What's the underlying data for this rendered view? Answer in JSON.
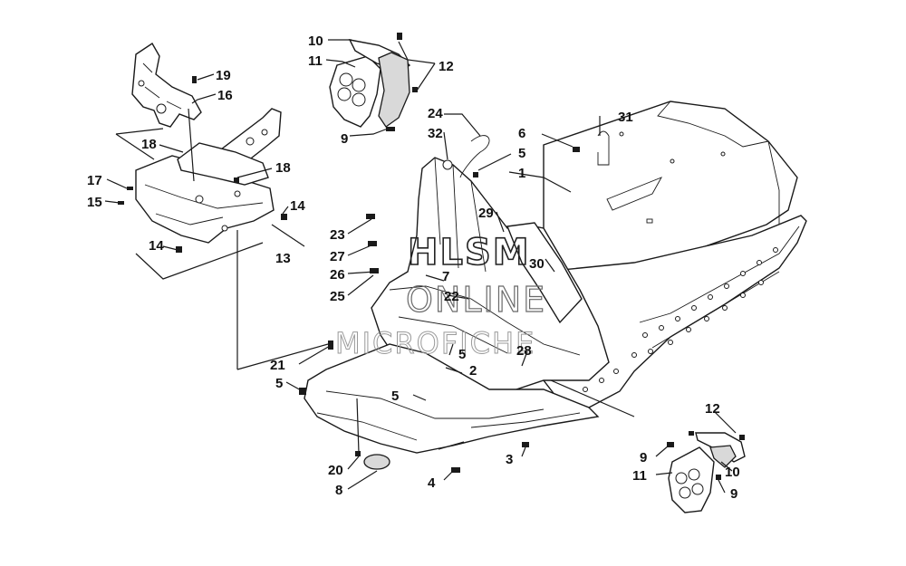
{
  "watermark": {
    "line1": "HLSM",
    "line2": "ONLINE",
    "line3": "MICROFICHE"
  },
  "callouts": {
    "c1": "1",
    "c2": "2",
    "c3": "3",
    "c4": "4",
    "c5a": "5",
    "c5b": "5",
    "c5c": "5",
    "c5d": "5",
    "c6": "6",
    "c7": "7",
    "c8": "8",
    "c9a": "9",
    "c9b": "9",
    "c9c": "9",
    "c10a": "10",
    "c10b": "10",
    "c11a": "11",
    "c11b": "11",
    "c12a": "12",
    "c12b": "12",
    "c13": "13",
    "c14a": "14",
    "c14b": "14",
    "c15": "15",
    "c16": "16",
    "c17": "17",
    "c18a": "18",
    "c18b": "18",
    "c19": "19",
    "c20": "20",
    "c21": "21",
    "c22": "22",
    "c23": "23",
    "c24": "24",
    "c25": "25",
    "c26": "26",
    "c27": "27",
    "c28": "28",
    "c29": "29",
    "c30": "30",
    "c31": "31",
    "c32": "32"
  }
}
